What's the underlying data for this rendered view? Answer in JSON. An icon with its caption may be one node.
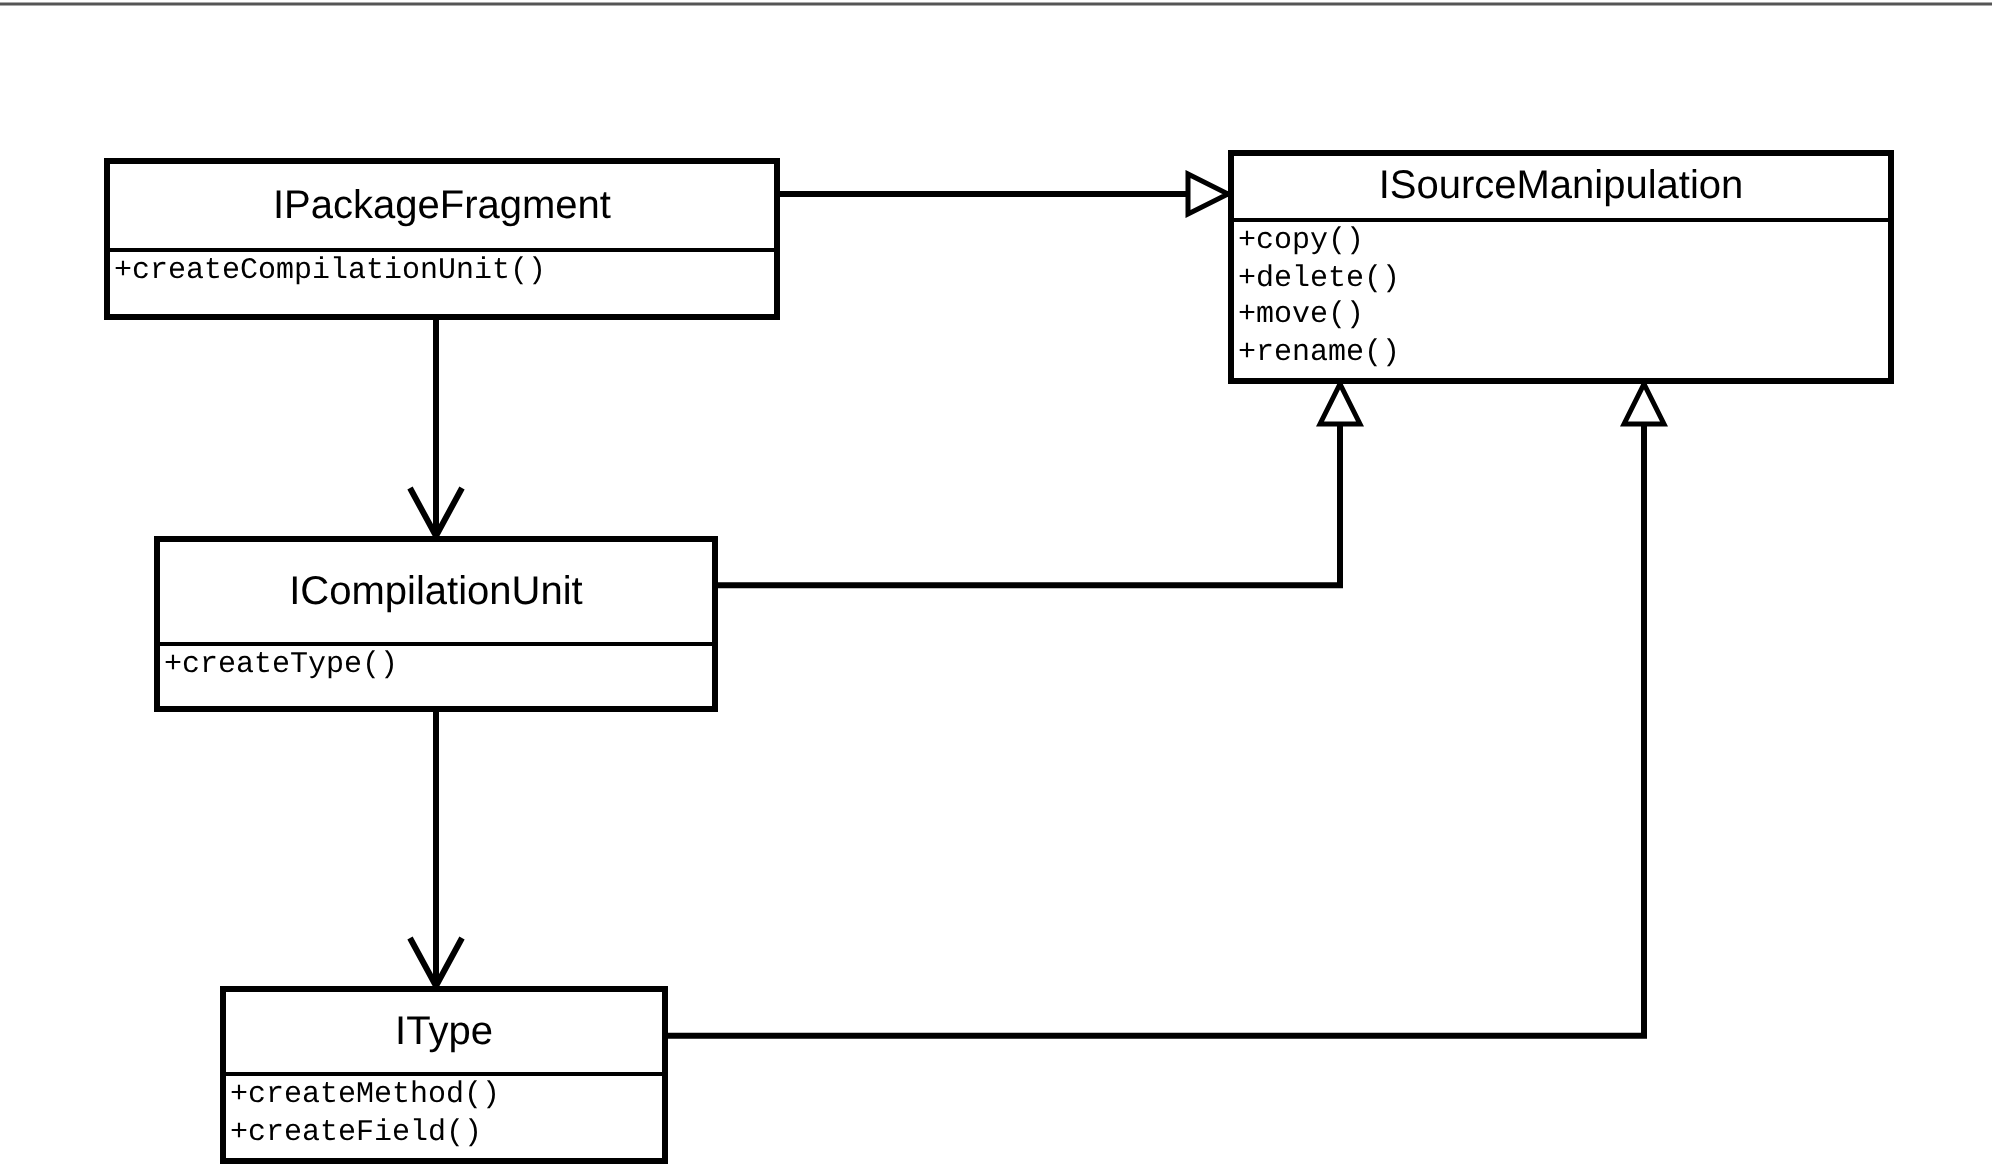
{
  "diagram": {
    "nodes": [
      {
        "text": [
          "ISourceManipulation",
          "+copy()",
          "+delete()",
          "+move()",
          "+rename()"
        ]
      },
      {
        "text": [
          "IPackageFragment",
          "+createCompilationUnit()"
        ]
      },
      {
        "text": [
          "ICompilationUnit",
          "+createType()"
        ]
      },
      {
        "text": [
          "IType",
          "+createMethod()",
          "+createField()"
        ]
      }
    ],
    "edges": [
      {
        "from": 1,
        "to": 0,
        "arrow": "to"
      },
      {
        "from": 1,
        "to": 2,
        "arrow": "to"
      },
      {
        "from": 2,
        "to": 0,
        "arrow": "to"
      },
      {
        "from": 2,
        "to": 3,
        "arrow": "to"
      },
      {
        "from": 3,
        "to": 0,
        "arrow": "to"
      }
    ]
  }
}
